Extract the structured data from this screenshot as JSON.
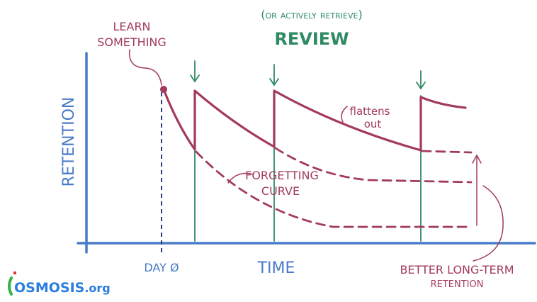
{
  "labels": {
    "learn_line1": "LEARN",
    "learn_line2": "SOMETHING",
    "review_sub": "(or actively retrieve)",
    "review": "REVIEW",
    "flattens_line1": "flattens",
    "flattens_line2": "out",
    "forgetting_line1": "FORGETTING",
    "forgetting_line2": "CURVE",
    "day0": "DAY Ø",
    "time": "TIME",
    "retention_axis": "RETENTION",
    "better_line1": "BETTER LONG-TERM",
    "better_line2": "RETENTION"
  },
  "logo": {
    "text": "OSMOSIS",
    "suffix": ".org"
  },
  "colors": {
    "axis": "#4a7bc8",
    "curve": "#a23a5f",
    "review": "#2f8a63",
    "logo": "#2b7de0"
  }
}
